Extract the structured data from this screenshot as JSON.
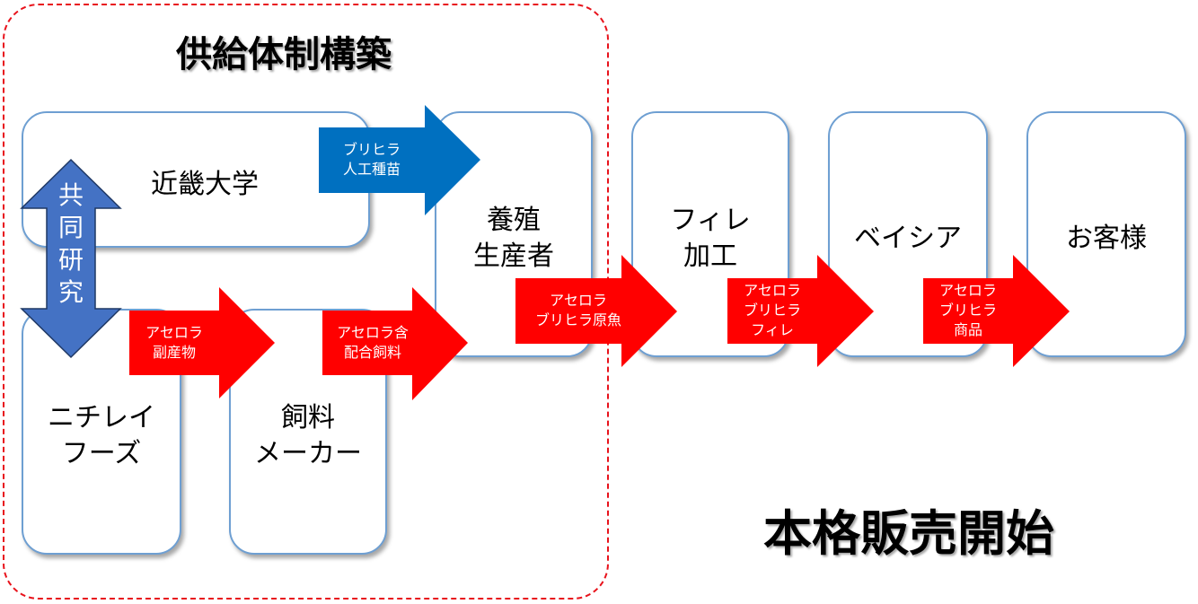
{
  "titles": {
    "supply": "供給体制構築",
    "launch": "本格販売開始"
  },
  "boxes": [
    {
      "id": "kindai",
      "label": "近畿大学"
    },
    {
      "id": "nichirei",
      "label": "ニチレイ\nフーズ"
    },
    {
      "id": "feed",
      "label": "飼料\nメーカー"
    },
    {
      "id": "farmer",
      "label": "養殖\n生産者"
    },
    {
      "id": "fillet",
      "label": "フィレ\n加工"
    },
    {
      "id": "belc",
      "label": "ベイシア"
    },
    {
      "id": "customer",
      "label": "お客様"
    }
  ],
  "arrows": [
    {
      "id": "seedling",
      "label": "ブリヒラ\n人工種苗",
      "color": "#0070c0"
    },
    {
      "id": "byproduct",
      "label": "アセロラ\n副産物",
      "color": "#ff0000"
    },
    {
      "id": "feedmix",
      "label": "アセロラ含\n配合飼料",
      "color": "#ff0000"
    },
    {
      "id": "rawfish",
      "label": "アセロラ\nブリヒラ原魚",
      "color": "#ff0000"
    },
    {
      "id": "filletitem",
      "label": "アセロラ\nブリヒラ\nフィレ",
      "color": "#ff0000"
    },
    {
      "id": "product",
      "label": "アセロラ\nブリヒラ\n商品",
      "color": "#ff0000"
    }
  ],
  "joint_research": {
    "label": "共\n同\n研\n究",
    "color": "#4472c4"
  },
  "colors": {
    "frame": "#e8121b",
    "box_border": "#6e9fd2"
  }
}
